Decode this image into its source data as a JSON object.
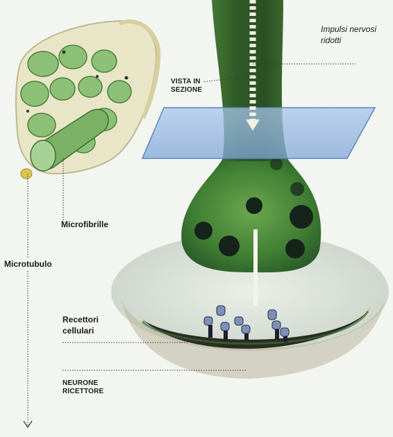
{
  "labels": {
    "impulses": "Impulsi nervosi ridotti",
    "section_view": "VISTA IN SEZIONE",
    "microfibrils": "Microfibrille",
    "microtubule": "Microtubulo",
    "cell_receptors": "Recettori cellulari",
    "receptor_neuron": "NEURONE RICETTORE"
  },
  "colors": {
    "tissue_green": "#4f8a3a",
    "dark_green": "#1f4a22",
    "section_plane": "#6f9bd1",
    "fiber_fill": "#9cc98a",
    "sheath": "#e9e6c8"
  }
}
